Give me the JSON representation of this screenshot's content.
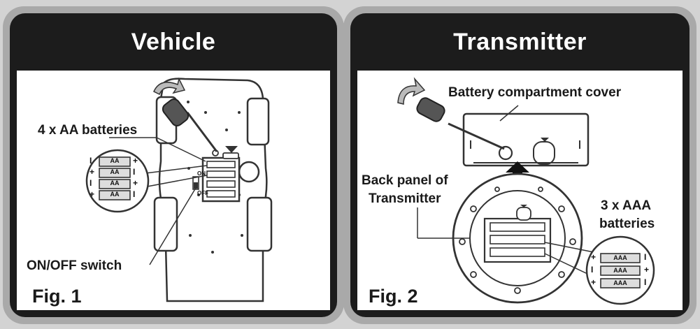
{
  "vehicle": {
    "title": "Vehicle",
    "label_batteries": "4 x AA batteries",
    "label_switch": "ON/OFF switch",
    "switch_on": "ON",
    "switch_off": "OFF",
    "battery_label": "AA",
    "polarity_plus": "+",
    "polarity_minus": "I",
    "figure": "Fig. 1"
  },
  "transmitter": {
    "title": "Transmitter",
    "label_cover": "Battery compartment cover",
    "label_back_panel_line1": "Back panel of",
    "label_back_panel_line2": "Transmitter",
    "label_batteries_line1": "3 x AAA",
    "label_batteries_line2": "batteries",
    "battery_label": "AAA",
    "polarity_plus": "+",
    "polarity_minus": "I",
    "figure": "Fig. 2"
  }
}
